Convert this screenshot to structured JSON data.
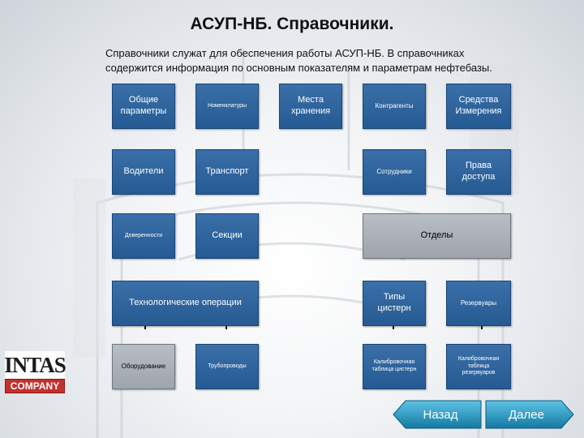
{
  "title": "АСУП-НБ. Справочники.",
  "description_line1": "Справочники служат для обеспечения работы АСУП-НБ. В справочниках",
  "description_line2": "содержится информация по основным показателям и параметрам нефтебазы.",
  "boxes": {
    "general_params_l1": "Общие",
    "general_params_l2": "параметры",
    "nomenclature": "Номенклатуры",
    "storage_places_l1": "Места",
    "storage_places_l2": "хранения",
    "counterparties": "Контрагенты",
    "measuring_tools_l1": "Средства",
    "measuring_tools_l2": "Измерения",
    "drivers": "Водители",
    "transport": "Транспорт",
    "employees": "Сотрудники",
    "access_rights_l1": "Права",
    "access_rights_l2": "доступа",
    "powers_of_attorney": "Доверенности",
    "sections": "Секции",
    "departments": "Отделы",
    "tech_operations": "Технологические операции",
    "tank_types": "Типы цистерн",
    "reservoirs": "Резервуары",
    "equipment": "Оборудование",
    "pipelines": "Трубопроводы",
    "tank_calib_l1": "Калибровочная",
    "tank_calib_l2": "таблица цистерн",
    "res_calib_l1": "Калибровочная",
    "res_calib_l2": "таблица резервуаров"
  },
  "logo": {
    "name": "INTAS",
    "company": "COMPANY"
  },
  "nav": {
    "back_label": "Назад",
    "next_label": "Далее"
  },
  "colors": {
    "box_blue": "#2d64a0",
    "box_gray": "#a9aeb5",
    "nav_teal": "#1c8fb8",
    "logo_red": "#c2312e"
  }
}
